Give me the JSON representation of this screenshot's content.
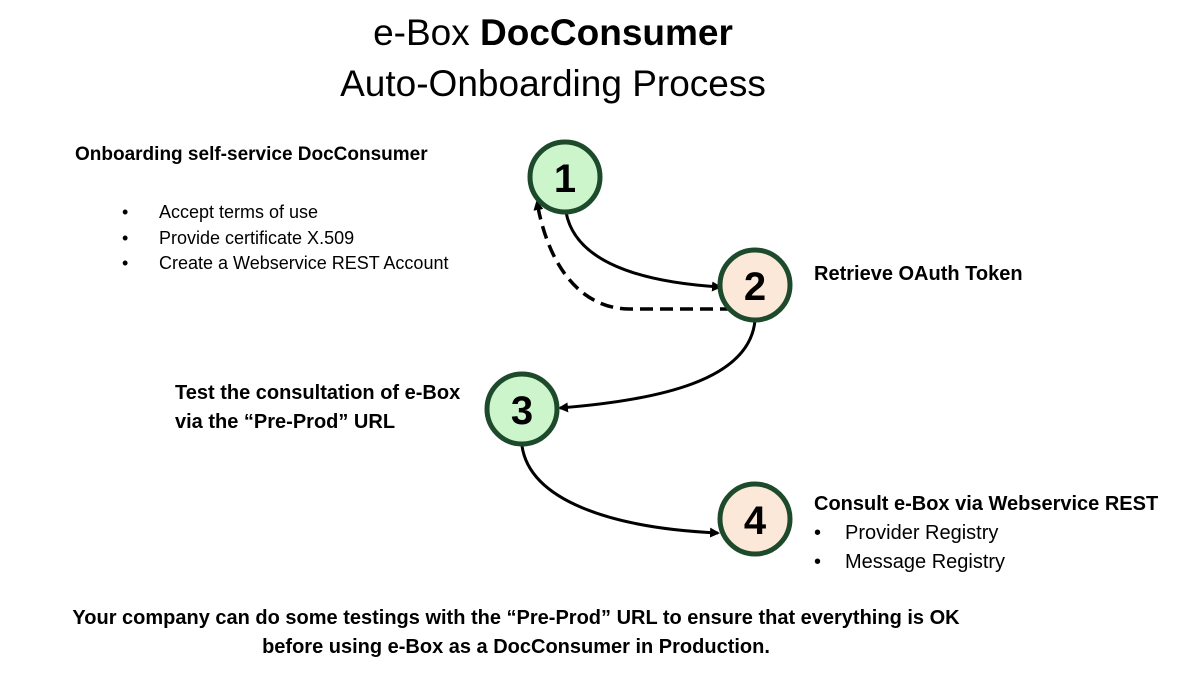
{
  "title": {
    "line1_prefix": "e-Box ",
    "line1_bold": "DocConsumer",
    "line2": "Auto-Onboarding Process"
  },
  "steps": [
    {
      "number": "1",
      "color": "#ccf5cc"
    },
    {
      "number": "2",
      "color": "#fbe8d9"
    },
    {
      "number": "3",
      "color": "#ccf5cc"
    },
    {
      "number": "4",
      "color": "#fbe8d9"
    }
  ],
  "colors": {
    "node_border": "#1e4a2c",
    "arrow": "#000000"
  },
  "step1": {
    "heading": "Onboarding self-service DocConsumer",
    "items": [
      "Accept terms of use",
      "Provide certificate X.509",
      "Create a Webservice REST Account"
    ]
  },
  "step2": {
    "heading": "Retrieve OAuth Token"
  },
  "step3": {
    "line1": "Test the consultation of e-Box",
    "line2": "via the “Pre-Prod” URL"
  },
  "step4": {
    "heading": "Consult e-Box via Webservice REST",
    "items": [
      "Provider Registry",
      "Message Registry"
    ]
  },
  "bullet": "•",
  "footer": {
    "line1": "Your company can do some testings with the “Pre-Prod” URL to ensure that everything is OK",
    "line2": "before using e-Box as a DocConsumer in Production."
  }
}
